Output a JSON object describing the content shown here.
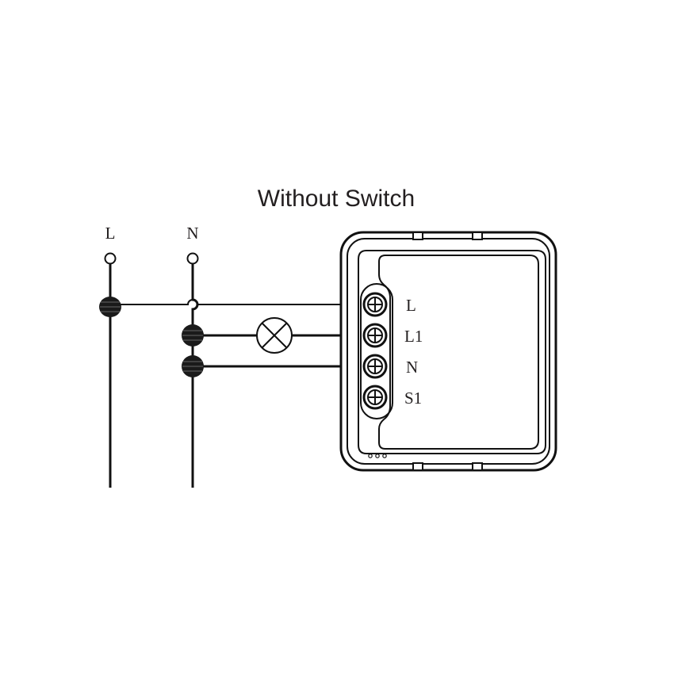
{
  "title": "Without Switch",
  "supply": {
    "line_label": "L",
    "neutral_label": "N"
  },
  "terminals": [
    "L",
    "L1",
    "N",
    "S1"
  ],
  "colors": {
    "ink": "#111111",
    "text": "#231f20",
    "background": "#ffffff"
  }
}
